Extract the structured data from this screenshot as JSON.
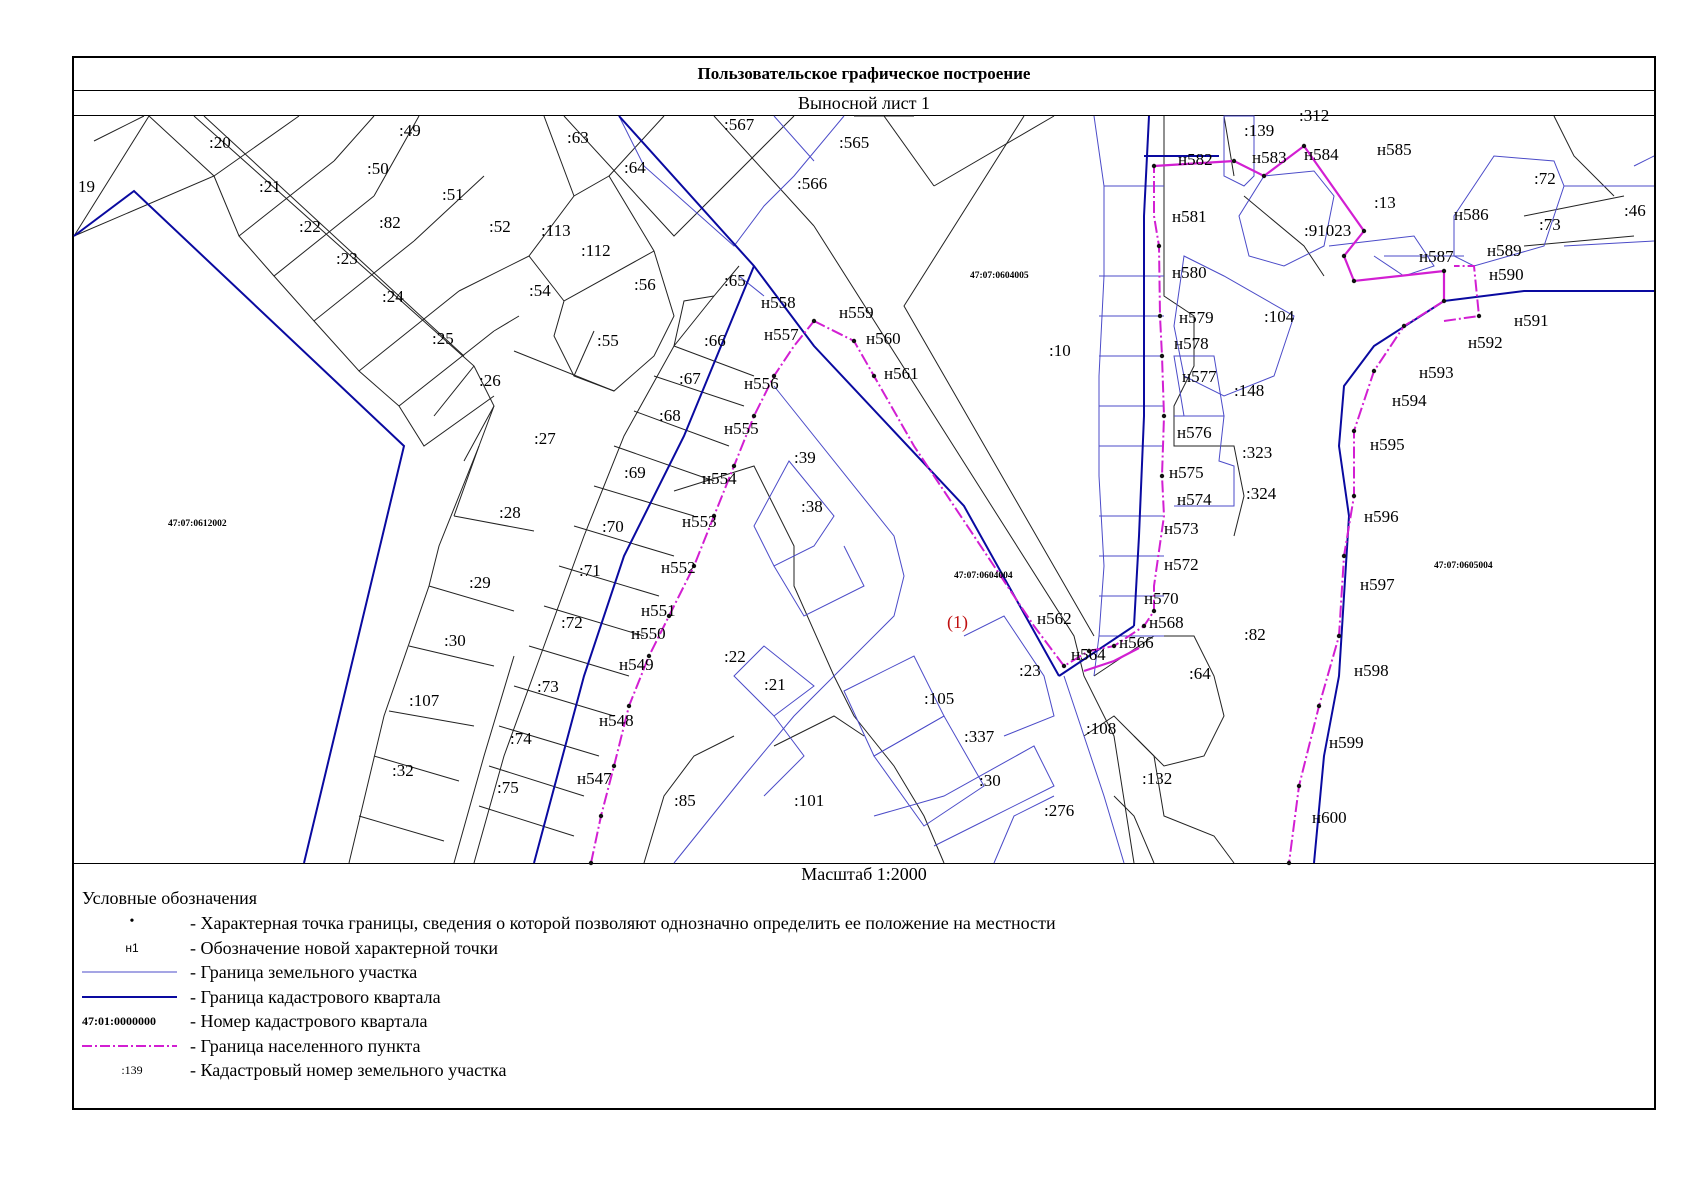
{
  "header": {
    "title": "Пользовательское графическое построение",
    "sheet": "Выносной лист 1"
  },
  "map": {
    "quarters": [
      "47:07:0612002",
      "47:07:0604005",
      "47:07:0604004",
      "47:07:0605004"
    ],
    "parcels": [
      ":20",
      ":21",
      ":22",
      ":23",
      ":24",
      ":25",
      ":26",
      ":27",
      ":28",
      ":29",
      ":30",
      ":107",
      ":32",
      ":49",
      ":50",
      ":51",
      ":52",
      ":54",
      ":55",
      ":56",
      ":63",
      ":64",
      ":113",
      ":112",
      ":82",
      ":65",
      ":66",
      ":67",
      ":68",
      ":69",
      ":70",
      ":71",
      ":72",
      ":73",
      ":74",
      ":75",
      ":567",
      ":565",
      ":566",
      ":39",
      ":38",
      ":22",
      ":21",
      ":85",
      ":101",
      ":105",
      ":337",
      ":23",
      ":30",
      ":276",
      ":10",
      ":139",
      ":312",
      ":104",
      ":148",
      ":323",
      ":324",
      ":82",
      ":64",
      ":108",
      ":132",
      ":13",
      ":91023",
      ":72",
      ":73",
      ":46",
      "19"
    ],
    "points": [
      "н547",
      "н548",
      "н549",
      "н550",
      "н551",
      "н552",
      "н553",
      "н554",
      "н555",
      "н556",
      "н557",
      "н558",
      "н559",
      "н560",
      "н561",
      "н562",
      "н564",
      "н566",
      "н568",
      "н570",
      "н572",
      "н573",
      "н574",
      "н575",
      "н576",
      "н577",
      "н578",
      "н579",
      "н580",
      "н581",
      "н582",
      "н583",
      "н584",
      "н585",
      "н586",
      "н587",
      "н589",
      "н590",
      "н591",
      "н592",
      "н593",
      "н594",
      "н595",
      "н596",
      "н597",
      "н598",
      "н599",
      "н600"
    ],
    "zone_label": "(1)",
    "colors": {
      "parcel": "#4b4bc8",
      "quarter": "#0a0aa0",
      "settlement": "#d21fd2",
      "zone": "#c01010"
    }
  },
  "scale": "Масштаб 1:2000",
  "legend": {
    "title": "Условные обозначения",
    "items": [
      {
        "symbol": "•",
        "text": "- Характерная точка границы, сведения о которой позволяют однозначно определить ее положение на местности"
      },
      {
        "symbol": "н1",
        "text": "- Обозначение новой характерной точки"
      },
      {
        "symbol": "",
        "text": "- Граница земельного участка"
      },
      {
        "symbol": "",
        "text": "- Граница кадастрового квартала"
      },
      {
        "symbol": "47:01:0000000",
        "text": "- Номер кадастрового квартала"
      },
      {
        "symbol": "",
        "text": "- Граница населенного пункта"
      },
      {
        "symbol": ":139",
        "text": "- Кадастровый номер земельного участка"
      }
    ]
  }
}
